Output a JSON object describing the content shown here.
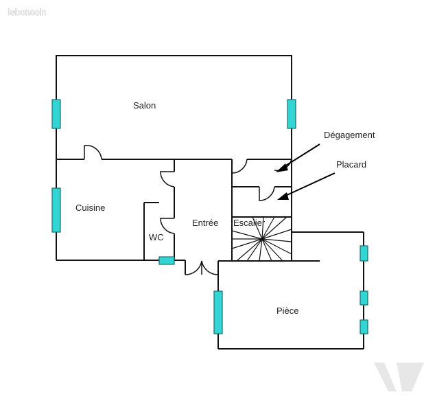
{
  "watermark": "leboncoin",
  "rooms": {
    "salon": "Salon",
    "cuisine": "Cuisine",
    "wc": "WC",
    "entree": "Entrée",
    "escalier": "Escalier",
    "piece": "Pièce"
  },
  "annotations": {
    "degagement": "Dégagement",
    "placard": "Placard"
  },
  "colors": {
    "window_fill": "#33d4d4",
    "wall": "#111111"
  }
}
